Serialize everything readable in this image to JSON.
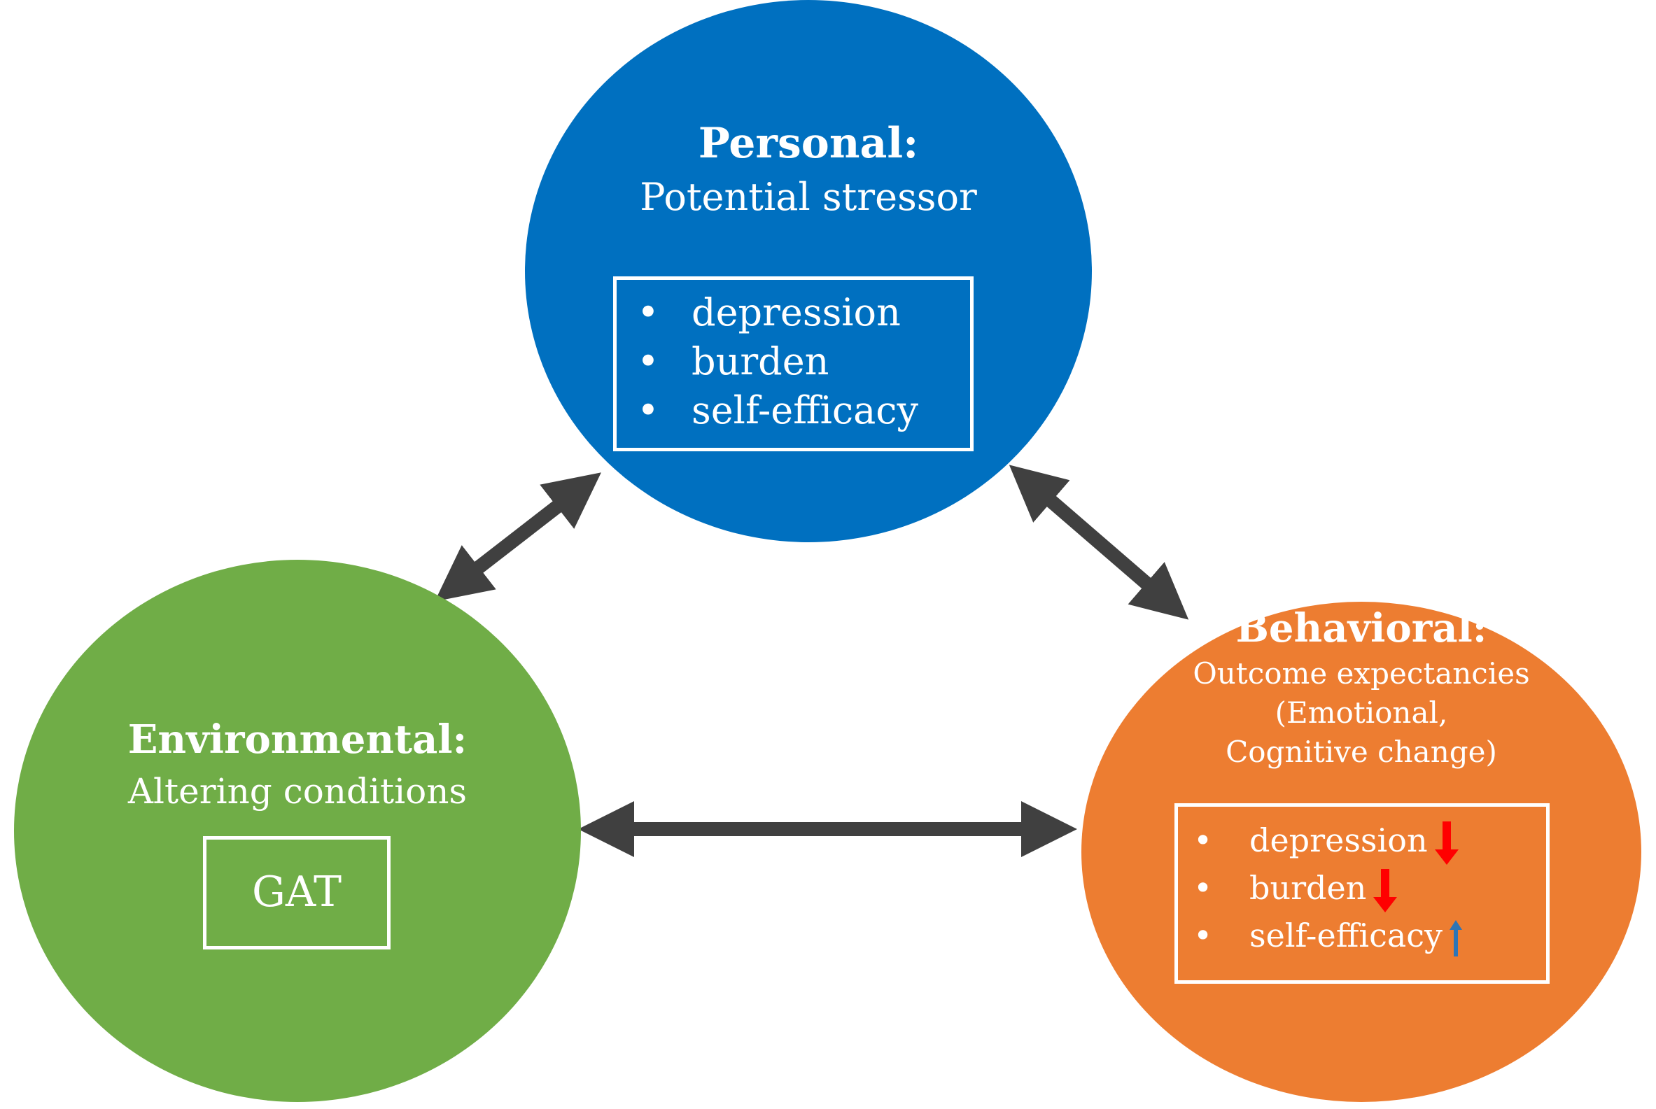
{
  "personal": {
    "title": "Personal:",
    "subtitle": "Potential stressor",
    "color": "#0070C0",
    "items": [
      "depression",
      "burden",
      "self-efficacy"
    ]
  },
  "environmental": {
    "title": "Environmental:",
    "subtitle": "Altering conditions",
    "color": "#70AD47",
    "box_label": "GAT"
  },
  "behavioral": {
    "title": "Behavioral:",
    "subtitle_lines": [
      "Outcome expectancies",
      "(Emotional,",
      "Cognitive change)"
    ],
    "color": "#ED7D31",
    "items": [
      {
        "label": "depression",
        "trend": "down"
      },
      {
        "label": "burden",
        "trend": "down"
      },
      {
        "label": "self-efficacy",
        "trend": "up"
      }
    ]
  },
  "colors": {
    "connector": "#404040",
    "decrease_arrow": "#FF0000",
    "increase_arrow": "#2E75B6",
    "text": "#FFFFFF"
  },
  "icons": {
    "connector": "double-headed-arrow",
    "decrease": "red-down-arrow-icon",
    "increase": "blue-up-arrow-icon"
  }
}
